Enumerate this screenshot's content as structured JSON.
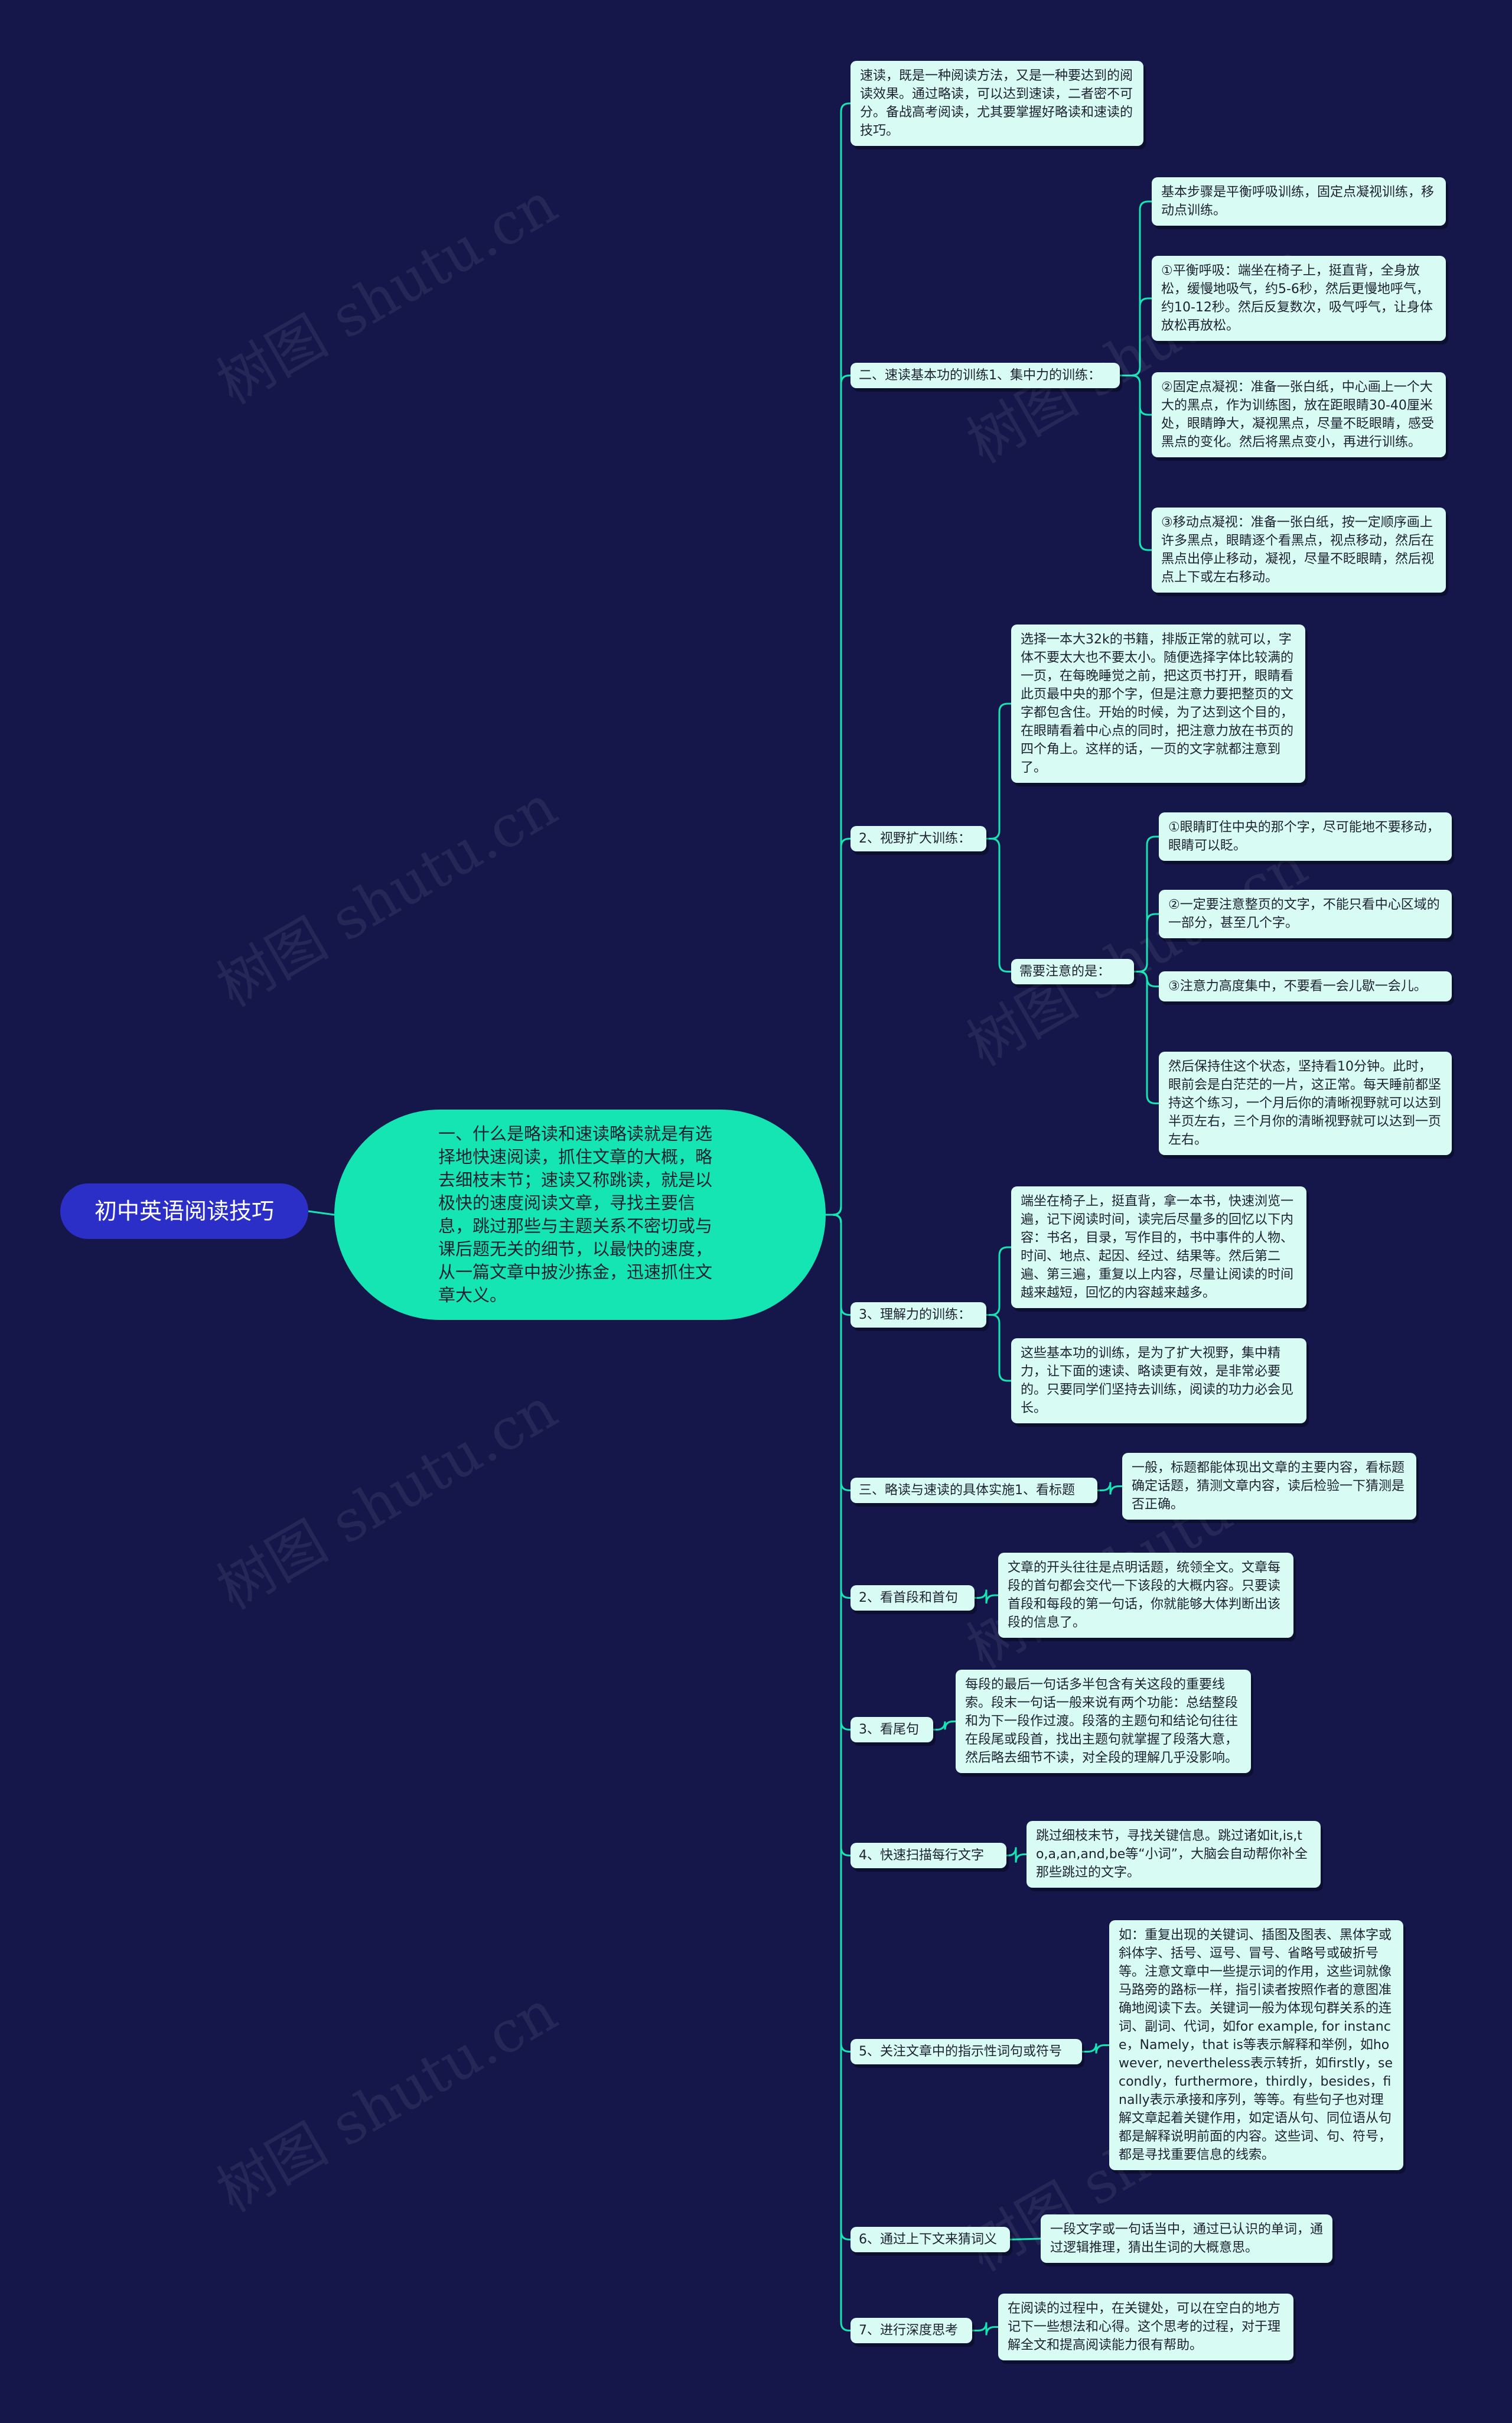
{
  "root": {
    "label": "初中英语阅读技巧"
  },
  "center": {
    "text": "一、什么是略读和速读略读就是有选择地快速阅读，抓住文章的大概，略去细枝末节；速读又称跳读，就是以极快的速度阅读文章，寻找主要信息，跳过那些与主题关系不密切或与课后题无关的细节，以最快的速度，从一篇文章中披沙拣金，迅速抓住文章大义。"
  },
  "branches": [
    {
      "text": "速读，既是一种阅读方法，又是一种要达到的阅读效果。通过略读，可以达到速读，二者密不可分。备战高考阅读，尤其要掌握好略读和速读的技巧。"
    },
    {
      "label": "二、速读基本功的训练1、集中力的训练：",
      "children": [
        {
          "text": "基本步骤是平衡呼吸训练，固定点凝视训练，移动点训练。"
        },
        {
          "text": "①平衡呼吸：端坐在椅子上，挺直背，全身放松，缓慢地吸气，约5-6秒，然后更慢地呼气，约10-12秒。然后反复数次，吸气呼气，让身体放松再放松。"
        },
        {
          "text": "②固定点凝视：准备一张白纸，中心画上一个大大的黑点，作为训练图，放在距眼睛30-40厘米处，眼睛睁大，凝视黑点，尽量不眨眼睛，感受黑点的变化。然后将黑点变小，再进行训练。"
        },
        {
          "text": "③移动点凝视：准备一张白纸，按一定顺序画上许多黑点，眼睛逐个看黑点，视点移动，然后在黑点出停止移动，凝视，尽量不眨眼睛，然后视点上下或左右移动。"
        }
      ]
    },
    {
      "label": "2、视野扩大训练：",
      "children": [
        {
          "text": "选择一本大32k的书籍，排版正常的就可以，字体不要太大也不要太小。随便选择字体比较满的一页，在每晚睡觉之前，把这页书打开，眼睛看此页最中央的那个字，但是注意力要把整页的文字都包含住。开始的时候，为了达到这个目的，在眼睛看着中心点的同时，把注意力放在书页的四个角上。这样的话，一页的文字就都注意到了。"
        },
        {
          "label": "需要注意的是：",
          "children": [
            {
              "text": "①眼睛盯住中央的那个字，尽可能地不要移动，眼睛可以眨。"
            },
            {
              "text": "②一定要注意整页的文字，不能只看中心区域的一部分，甚至几个字。"
            },
            {
              "text": "③注意力高度集中，不要看一会儿歇一会儿。"
            },
            {
              "text": "然后保持住这个状态，坚持看10分钟。此时，眼前会是白茫茫的一片，这正常。每天睡前都坚持这个练习，一个月后你的清晰视野就可以达到半页左右，三个月你的清晰视野就可以达到一页左右。"
            }
          ]
        }
      ]
    },
    {
      "label": "3、理解力的训练：",
      "children": [
        {
          "text": "端坐在椅子上，挺直背，拿一本书，快速浏览一遍，记下阅读时间，读完后尽量多的回忆以下内容：书名，目录，写作目的，书中事件的人物、时间、地点、起因、经过、结果等。然后第二遍、第三遍，重复以上内容，尽量让阅读的时间越来越短，回忆的内容越来越多。"
        },
        {
          "text": "这些基本功的训练，是为了扩大视野，集中精力，让下面的速读、略读更有效，是非常必要的。只要同学们坚持去训练，阅读的功力必会见长。"
        }
      ]
    },
    {
      "label": "三、略读与速读的具体实施1、看标题",
      "children": [
        {
          "text": "一般，标题都能体现出文章的主要内容，看标题确定话题，猜测文章内容，读后检验一下猜测是否正确。"
        }
      ]
    },
    {
      "label": "2、看首段和首句",
      "children": [
        {
          "text": "文章的开头往往是点明话题，统领全文。文章每段的首句都会交代一下该段的大概内容。只要读首段和每段的第一句话，你就能够大体判断出该段的信息了。"
        }
      ]
    },
    {
      "label": "3、看尾句",
      "children": [
        {
          "text": "每段的最后一句话多半包含有关这段的重要线索。段末一句话一般来说有两个功能：总结整段和为下一段作过渡。段落的主题句和结论句往往在段尾或段首，找出主题句就掌握了段落大意，然后略去细节不读，对全段的理解几乎没影响。"
        }
      ]
    },
    {
      "label": "4、快速扫描每行文字",
      "children": [
        {
          "text": "跳过细枝末节，寻找关键信息。跳过诸如it,is,to,a,an,and,be等“小词”，大脑会自动帮你补全那些跳过的文字。"
        }
      ]
    },
    {
      "label": "5、关注文章中的指示性词句或符号",
      "children": [
        {
          "text": "如：重复出现的关键词、插图及图表、黑体字或斜体字、括号、逗号、冒号、省略号或破折号等。注意文章中一些提示词的作用，这些词就像马路旁的路标一样，指引读者按照作者的意图准确地阅读下去。关键词一般为体现句群关系的连词、副词、代词，如for example, for instance，Namely，that is等表示解释和举例，如however, nevertheless表示转折，如firstly，secondly，furthermore，thirdly，besides，finally表示承接和序列，等等。有些句子也对理解文章起着关键作用，如定语从句、同位语从句都是解释说明前面的内容。这些词、句、符号，都是寻找重要信息的线索。"
        }
      ]
    },
    {
      "label": "6、通过上下文来猜词义",
      "children": [
        {
          "text": "一段文字或一句话当中，通过已认识的单词，通过逻辑推理，猜出生词的大概意思。"
        }
      ]
    },
    {
      "label": "7、进行深度思考",
      "children": [
        {
          "text": "在阅读的过程中，在关键处，可以在空白的地方记下一些想法和心得。这个思考的过程，对于理解全文和提高阅读能力很有帮助。"
        }
      ]
    }
  ],
  "watermark": {
    "text": "树图 shutu.cn"
  },
  "colors": {
    "background": "#15174a",
    "line": "#15e5b3",
    "node_fill": "#d8fbf4",
    "center_fill": "#15e5b3",
    "root_fill": "#2b2fc8"
  }
}
